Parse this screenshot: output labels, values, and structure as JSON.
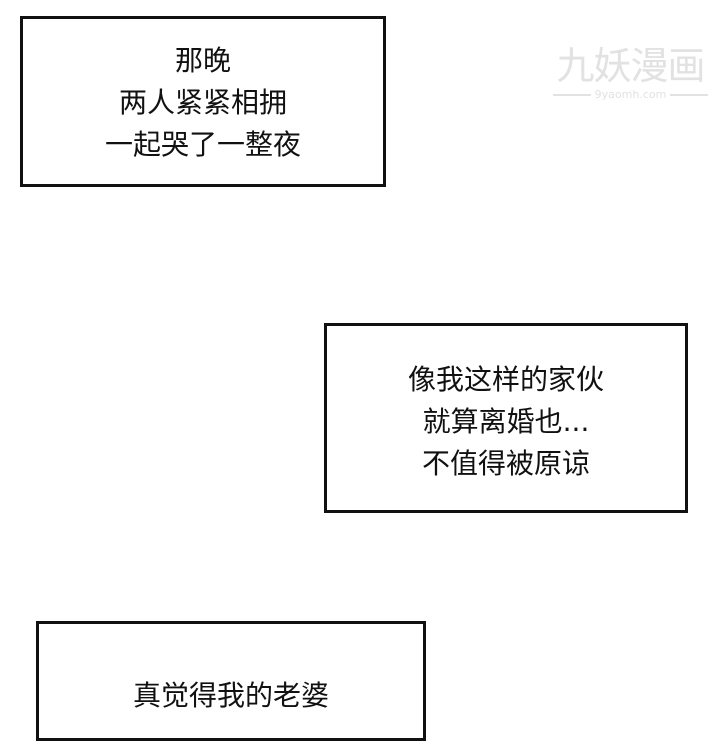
{
  "panels": [
    {
      "lines": [
        "那晚",
        "两人紧紧相拥",
        "一起哭了一整夜"
      ]
    },
    {
      "lines": [
        "像我这样的家伙",
        "就算离婚也...",
        "不值得被原谅"
      ]
    },
    {
      "lines": [
        "真觉得我的老婆"
      ]
    }
  ],
  "watermark": {
    "title": "九妖漫画",
    "site": "9yaomh.com"
  }
}
